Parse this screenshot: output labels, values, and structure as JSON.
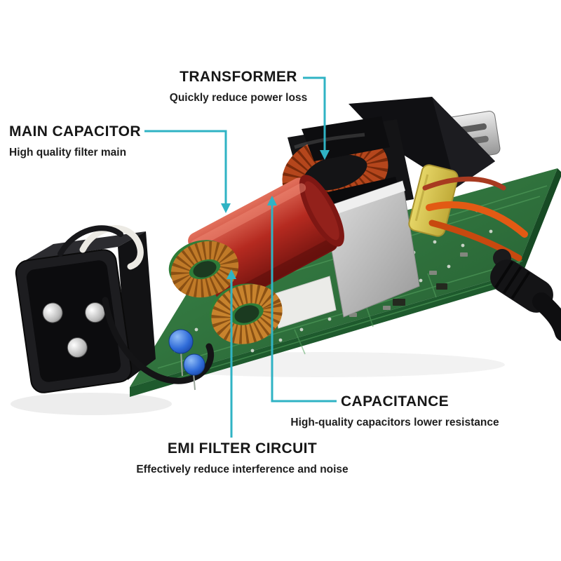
{
  "figure": {
    "background": "#ffffff",
    "callout_line_color": "#2fb3c4",
    "label_text_color": "#171717",
    "callouts": [
      {
        "id": "transformer",
        "label": "TRANSFORMER",
        "description": "Quickly reduce power loss"
      },
      {
        "id": "main_capacitor",
        "label": "MAIN CAPACITOR",
        "description": "High quality filter main"
      },
      {
        "id": "capacitance",
        "label": "CAPACITANCE",
        "description": "High-quality capacitors lower resistance"
      },
      {
        "id": "emi_filter",
        "label": "EMI FILTER CIRCUIT",
        "description": "Effectively reduce interference and noise"
      }
    ],
    "component_colors": {
      "pcb_green": "#2f7a3f",
      "main_capacitor_red": "#b02a20",
      "toroid_copper": "#c07a28",
      "transformer_winding": "#b5461c",
      "heatsink_gray": "#c9c9c9",
      "film_capacitor_yellow": "#d9c652",
      "wire_orange": "#e25a14",
      "ac_connector_black": "#1d1d20",
      "filter_capacitor_blue": "#1d55c0"
    }
  }
}
